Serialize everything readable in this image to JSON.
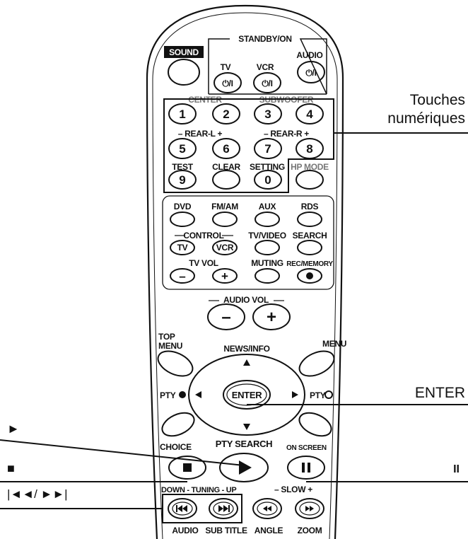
{
  "callouts": {
    "numeric_keys_line1": "Touches",
    "numeric_keys_line2": "numériques",
    "enter": "ENTER",
    "play": "►",
    "stop": "■",
    "pause": "II",
    "skip": "|◄◄/ ►►|"
  },
  "remote": {
    "sound": "SOUND",
    "standby": "STANDBY/ON",
    "tv": "TV",
    "vcr": "VCR",
    "audio": "AUDIO",
    "power_symbol": "⏻/I",
    "center": "CENTER",
    "subwoofer": "SUBWOOFER",
    "rear_l": "– REAR-L +",
    "rear_r": "– REAR-R +",
    "test": "TEST",
    "clear": "CLEAR",
    "setting": "SETTING",
    "hp_mode": "HP MODE",
    "digits": [
      "1",
      "2",
      "3",
      "4",
      "5",
      "6",
      "7",
      "8",
      "9",
      "0"
    ],
    "dvd": "DVD",
    "fm_am": "FM/AM",
    "aux": "AUX",
    "rds": "RDS",
    "control": "CONTROL",
    "ctrl_tv": "TV",
    "ctrl_vcr": "VCR",
    "tv_video": "TV/VIDEO",
    "search": "SEARCH",
    "tv_vol": "TV VOL",
    "muting": "MUTING",
    "rec_memory": "REC/MEMORY",
    "minus": "–",
    "plus": "+",
    "audio_vol": "AUDIO VOL",
    "top_menu_1": "TOP",
    "top_menu_2": "MENU",
    "menu": "MENU",
    "news_info": "NEWS/INFO",
    "pty_left": "PTY",
    "pty_right": "PTY",
    "enter_btn": "ENTER",
    "choice": "CHOICE",
    "pty_search": "PTY SEARCH",
    "on_screen": "ON SCREEN",
    "down_tuning_up": "DOWN - TUNING - UP",
    "slow": "– SLOW +",
    "audio_bottom": "AUDIO",
    "subtitle": "SUB TITLE",
    "angle": "ANGLE",
    "zoom": "ZOOM"
  }
}
